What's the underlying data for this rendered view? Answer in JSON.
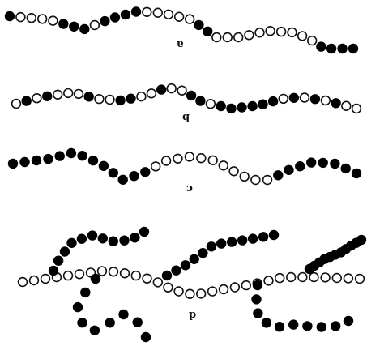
{
  "colors": {
    "monomer_a": "#ffffff",
    "monomer_b": "#000000",
    "outline": "#111111"
  },
  "labels": {
    "panel_1": "a",
    "panel_2": "b",
    "panel_3": "c",
    "panel_4": "d"
  },
  "chains": {
    "panel_1": [
      "B",
      "W",
      "W",
      "W",
      "W",
      "B",
      "B",
      "B",
      "W",
      "B",
      "B",
      "B",
      "B",
      "W",
      "W",
      "W",
      "W",
      "W",
      "B",
      "B",
      "W",
      "W",
      "W",
      "W",
      "W",
      "W",
      "W",
      "W",
      "W",
      "W",
      "B",
      "B",
      "B",
      "B"
    ],
    "panel_2": [
      "W",
      "B",
      "W",
      "B",
      "W",
      "W",
      "W",
      "B",
      "W",
      "W",
      "B",
      "B",
      "W",
      "W",
      "B",
      "W",
      "W",
      "B",
      "B",
      "W",
      "B",
      "B",
      "B",
      "B",
      "B",
      "B",
      "W",
      "B",
      "W",
      "B",
      "W",
      "B",
      "W",
      "W"
    ],
    "panel_3": [
      "B",
      "B",
      "B",
      "B",
      "B",
      "B",
      "B",
      "B",
      "B",
      "B",
      "B",
      "B",
      "B",
      "W",
      "W",
      "W",
      "W",
      "W",
      "W",
      "W",
      "W",
      "W",
      "W",
      "W",
      "B",
      "B",
      "B",
      "B",
      "B",
      "B",
      "B",
      "B"
    ],
    "panel_4_backbone": [
      "W",
      "W",
      "W",
      "W",
      "W",
      "W",
      "W",
      "W",
      "W",
      "W",
      "W",
      "W",
      "W",
      "W",
      "W",
      "W",
      "W",
      "W",
      "W",
      "W",
      "W",
      "W",
      "W",
      "W",
      "W",
      "W",
      "W",
      "W",
      "W",
      "W",
      "W"
    ],
    "panel_4_graft_1": [
      "B",
      "B",
      "B",
      "B",
      "B",
      "B",
      "B",
      "B",
      "B",
      "B",
      "B"
    ],
    "panel_4_graft_2": [
      "B",
      "B",
      "B",
      "B",
      "B",
      "B",
      "B",
      "B",
      "B"
    ],
    "panel_4_graft_3": [
      "B",
      "B",
      "B",
      "B",
      "B",
      "B",
      "B",
      "B",
      "B",
      "B",
      "B",
      "B"
    ],
    "panel_4_graft_4": [
      "B",
      "B",
      "B",
      "B",
      "B",
      "B",
      "B",
      "B",
      "B",
      "B"
    ],
    "panel_4_graft_5": [
      "B",
      "B",
      "B",
      "B",
      "B",
      "B",
      "B",
      "B",
      "B",
      "B",
      "B"
    ]
  }
}
